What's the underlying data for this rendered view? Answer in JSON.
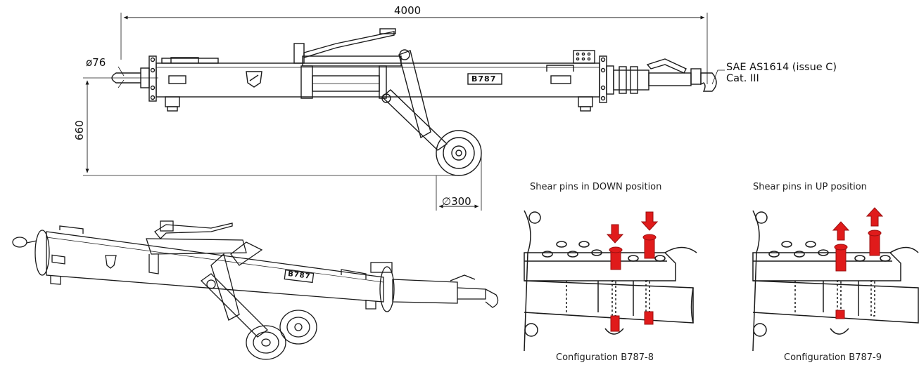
{
  "dimensions": {
    "length": "4000",
    "eye_diameter": "ø76",
    "height": "660",
    "wheel_diameter": "∅300"
  },
  "badge_text": "B787",
  "coupling_note": {
    "line1": "SAE AS1614 (issue C)",
    "line2": "Cat. III"
  },
  "detail_views": [
    {
      "title": "Shear pins in DOWN position",
      "caption": "Configuration B787-8",
      "arrow_direction": "down"
    },
    {
      "title": "Shear pins in UP position",
      "caption": "Configuration B787-9",
      "arrow_direction": "up"
    }
  ],
  "colors": {
    "line": "#1a1a1a",
    "pin_red": "#e01b1b",
    "pin_dark": "#9a0f0f"
  }
}
